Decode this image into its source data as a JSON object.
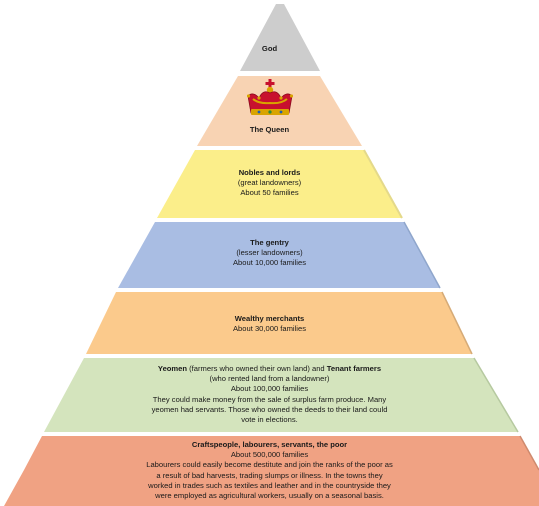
{
  "levels": {
    "god": {
      "title": "God",
      "color": "#cdcdcd"
    },
    "queen": {
      "title": "The Queen",
      "color": "#f8d3b3",
      "crown_icon": "crown-icon"
    },
    "nobles": {
      "title": "Nobles and lords",
      "subtitle": "(great landowners)",
      "count": "About 50 families",
      "color": "#fbee8a"
    },
    "gentry": {
      "title": "The gentry",
      "subtitle": "(lesser landowners)",
      "count": "About 10,000 families",
      "color": "#a9bde3"
    },
    "merchants": {
      "title": "Wealthy merchants",
      "count": "About 30,000 families",
      "color": "#fbca8c"
    },
    "yeomen": {
      "title_a": "Yeomen",
      "title_a_desc": " (farmers who owned their own land) and ",
      "title_b": "Tenant farmers",
      "subtitle": "(who rented land from a landowner)",
      "count": "About 100,000 families",
      "desc_1": "They could make money from the sale of surplus farm produce. Many",
      "desc_2": "yeomen had servants. Those who owned the deeds to their land could",
      "desc_3": "vote in elections.",
      "color": "#d4e4bd"
    },
    "poor": {
      "title": "Craftspeople, labourers, servants, the poor",
      "count": "About 500,000 families",
      "desc_1": "Labourers could easily become destitute and join the ranks of the poor as",
      "desc_2": "a result of bad harvests, trading slumps or illness. In the towns they",
      "desc_3": "worked in trades such as textiles and leather and in the countryside they",
      "desc_4": "were employed as agricultural workers, usually on a seasonal basis.",
      "color": "#f0a283"
    }
  }
}
